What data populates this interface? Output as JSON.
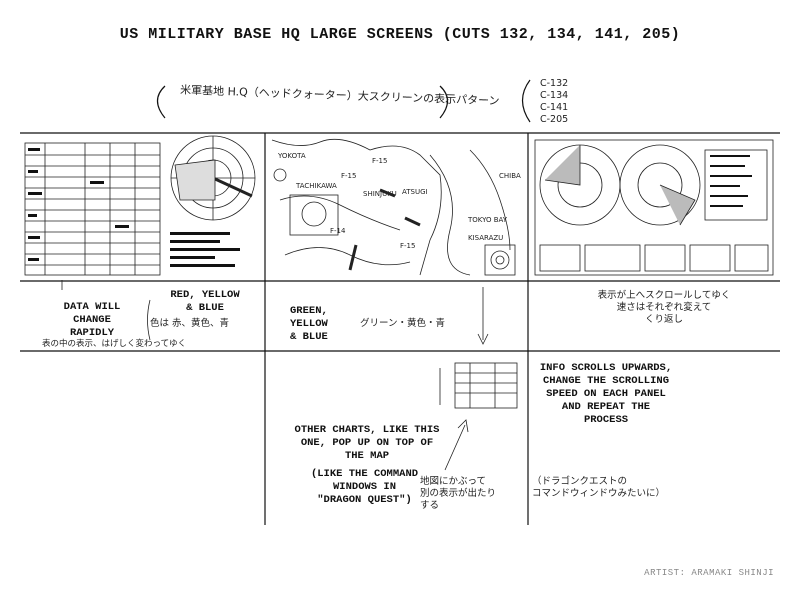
{
  "title": "US MILITARY BASE HQ LARGE SCREENS (CUTS 132, 134, 141, 205)",
  "header_note_jp": "米軍基地 H.Q（ヘッドクォーター）大スクリーンの表示パターン",
  "cut_numbers": [
    "C-132",
    "C-134",
    "C-141",
    "C-205"
  ],
  "panel1": {
    "note_data": "DATA WILL\nCHANGE\nRAPIDLY",
    "note_colors": "RED, YELLOW\n& BLUE",
    "note_colors_jp": "色は 赤、黄色、青",
    "note_data_jp": "表の中の表示、はげしく変わってゆく"
  },
  "panel2": {
    "map_labels": [
      "YOKOTA",
      "TACHIKAWA",
      "ATSUGI",
      "KISARAZU",
      "CHIBA",
      "TOKYO BAY",
      "SHINJUKU",
      "F-15",
      "F-15",
      "F-14",
      "F-15"
    ],
    "note_colors": "GREEN,\nYELLOW\n& BLUE",
    "note_colors_jp": "グリーン・黄色・青",
    "note_popup": "OTHER CHARTS, LIKE THIS\nONE, POP UP ON TOP OF\nTHE MAP",
    "note_dq": "(LIKE THE COMMAND\nWINDOWS IN\n\"DRAGON QUEST\")",
    "note_popup_jp": "地図にかぶって\n別の表示が出たり\nする"
  },
  "panel3": {
    "note_scroll_jp": "表示が上へスクロールしてゆく\n速さはそれぞれ変えて\nくり返し",
    "note_scroll": "INFO SCROLLS UPWARDS,\nCHANGE THE SCROLLING\nSPEED ON EACH PANEL\nAND REPEAT THE\nPROCESS",
    "note_dq_jp": "（ドラゴンクエストの\nコマンドウィンドウみたいに）"
  },
  "credit": "ARTIST: ARAMAKI SHINJI"
}
